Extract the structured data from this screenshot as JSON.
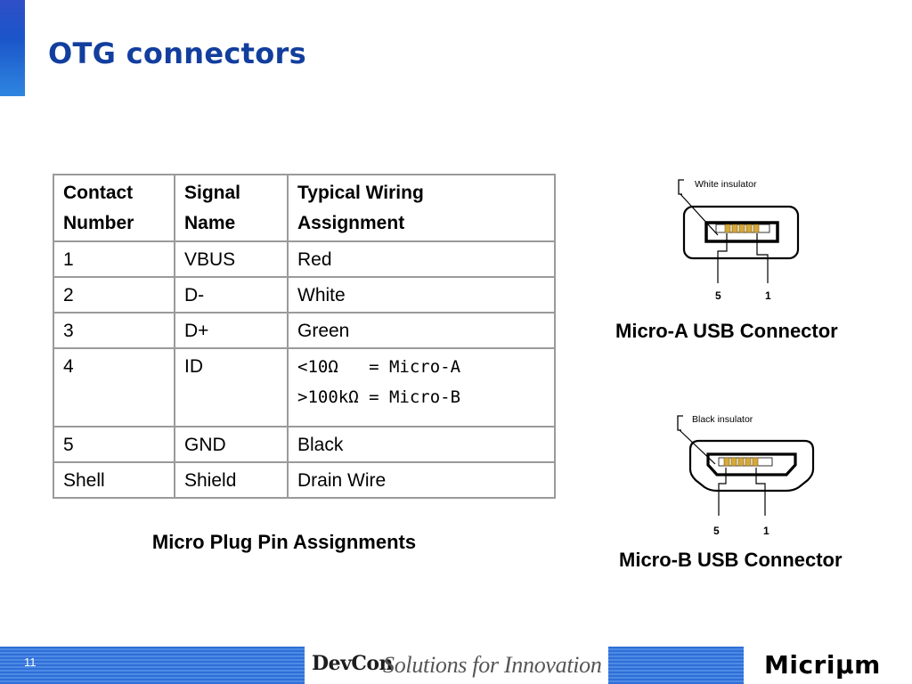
{
  "slide": {
    "title": "OTG connectors",
    "page_number": "11"
  },
  "table": {
    "headers": [
      [
        "Contact",
        "Number"
      ],
      [
        "Signal",
        "Name"
      ],
      [
        "Typical Wiring",
        "Assignment"
      ]
    ],
    "rows": [
      {
        "contact": "1",
        "signal": "VBUS",
        "wiring": "Red"
      },
      {
        "contact": "2",
        "signal": "D-",
        "wiring": "White"
      },
      {
        "contact": "3",
        "signal": "D+",
        "wiring": "Green"
      },
      {
        "contact": "4",
        "signal": "ID",
        "wiring_lines": [
          "<10Ω   = Micro-A",
          ">100kΩ = Micro-B"
        ]
      },
      {
        "contact": "5",
        "signal": "GND",
        "wiring": "Black"
      },
      {
        "contact": "Shell",
        "signal": "Shield",
        "wiring": "Drain Wire"
      }
    ],
    "caption": "Micro Plug Pin Assignments"
  },
  "connectors": {
    "micro_a": {
      "insulator_label": "White insulator",
      "pin_left": "5",
      "pin_right": "1",
      "caption": "Micro-A USB Connector"
    },
    "micro_b": {
      "insulator_label": "Black insulator",
      "pin_left": "5",
      "pin_right": "1",
      "caption": "Micro-B USB Connector"
    }
  },
  "footer": {
    "brand_name": "DevCon",
    "tagline": "Solutions for Innovation",
    "company": "Micriμm"
  },
  "colors": {
    "title": "#123e9e",
    "accent_bar": "#1b55c9",
    "footer_stripe": "#3a78dc",
    "pin_gold": "#d6a93a"
  }
}
